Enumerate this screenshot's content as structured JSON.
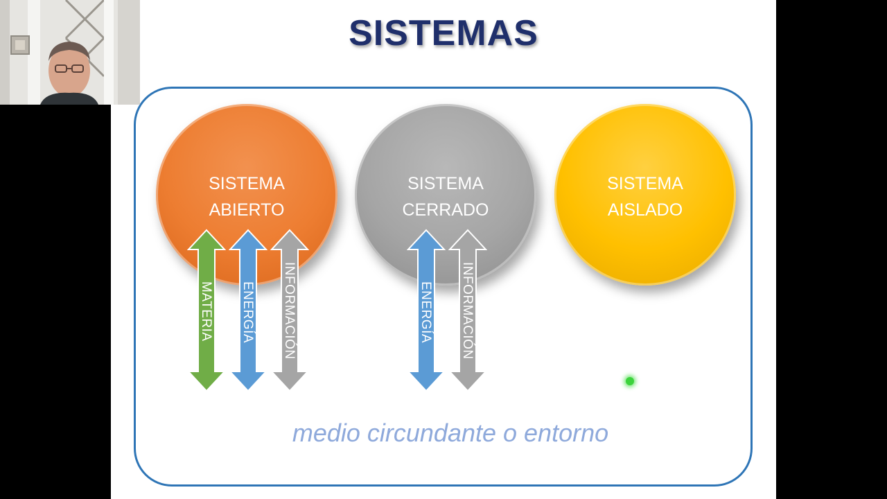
{
  "slide": {
    "title": "SISTEMAS",
    "caption": "medio circundante o entorno"
  },
  "systems": [
    {
      "line1": "SISTEMA",
      "line2": "ABIERTO",
      "color": "#ed7d31"
    },
    {
      "line1": "SISTEMA",
      "line2": "CERRADO",
      "color": "#a5a5a5"
    },
    {
      "line1": "SISTEMA",
      "line2": "AISLADO",
      "color": "#ffc000"
    }
  ],
  "arrows": {
    "open": [
      "MATERIA",
      "ENERGÍA",
      "INFORMACIÓN"
    ],
    "closed": [
      "ENERGÍA",
      "INFORMACIÓN"
    ]
  },
  "colors": {
    "materia": "#70ad47",
    "energia": "#5b9bd5",
    "informacion": "#a5a5a5",
    "frame": "#2e75b6",
    "title": "#1f2f6b",
    "caption": "#8ea9db"
  },
  "icons": {
    "pointer": "laser-pointer-dot",
    "webcam": "presenter-webcam"
  }
}
